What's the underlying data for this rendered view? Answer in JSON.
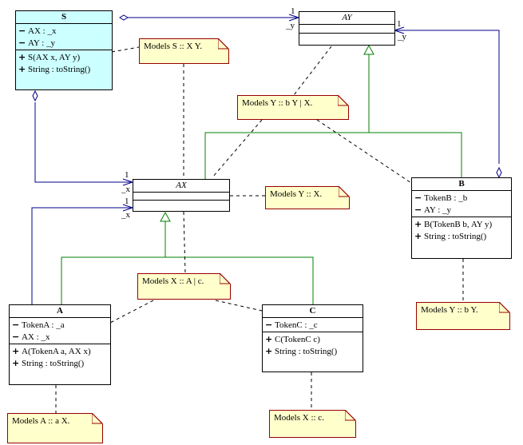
{
  "classes": {
    "S": {
      "name": "S",
      "attributes": [
        "AX : _x",
        "AY : _y"
      ],
      "operations": [
        "S(AX x, AY y)",
        "String : toString()"
      ]
    },
    "AY": {
      "name": "AY"
    },
    "AX": {
      "name": "AX"
    },
    "B": {
      "name": "B",
      "attributes": [
        "TokenB : _b",
        "AY : _y"
      ],
      "operations": [
        "B(TokenB b, AY y)",
        "String : toString()"
      ]
    },
    "A": {
      "name": "A",
      "attributes": [
        "TokenA : _a",
        "AX : _x"
      ],
      "operations": [
        "A(TokenA a, AX x)",
        "String : toString()"
      ]
    },
    "C": {
      "name": "C",
      "attributes": [
        "TokenC : _c"
      ],
      "operations": [
        "C(TokenC c)",
        "String : toString()"
      ]
    }
  },
  "visibility": {
    "private": "−",
    "public": "+"
  },
  "notes": {
    "S": "Models S :: X Y.",
    "Y_or": "Models Y :: b Y | X.",
    "Y_x": "Models Y :: X.",
    "X_or": "Models X :: A | c.",
    "Y_b": "Models Y :: b Y.",
    "A": "Models A :: a X.",
    "X_c": "Models X :: c."
  },
  "assoc_labels": {
    "s_ay_mult": "1",
    "s_ay_role": "_y",
    "b_ay_mult": "1",
    "b_ay_role": "_y",
    "s_ax_mult": "1",
    "s_ax_role": "_x",
    "a_ax_mult": "1",
    "a_ax_role": "_x"
  },
  "colors": {
    "association": "#00008b",
    "generalization": "#008000",
    "note_border": "#990000",
    "note_fill": "#ffffcc",
    "class_highlight": "#ccffff"
  }
}
